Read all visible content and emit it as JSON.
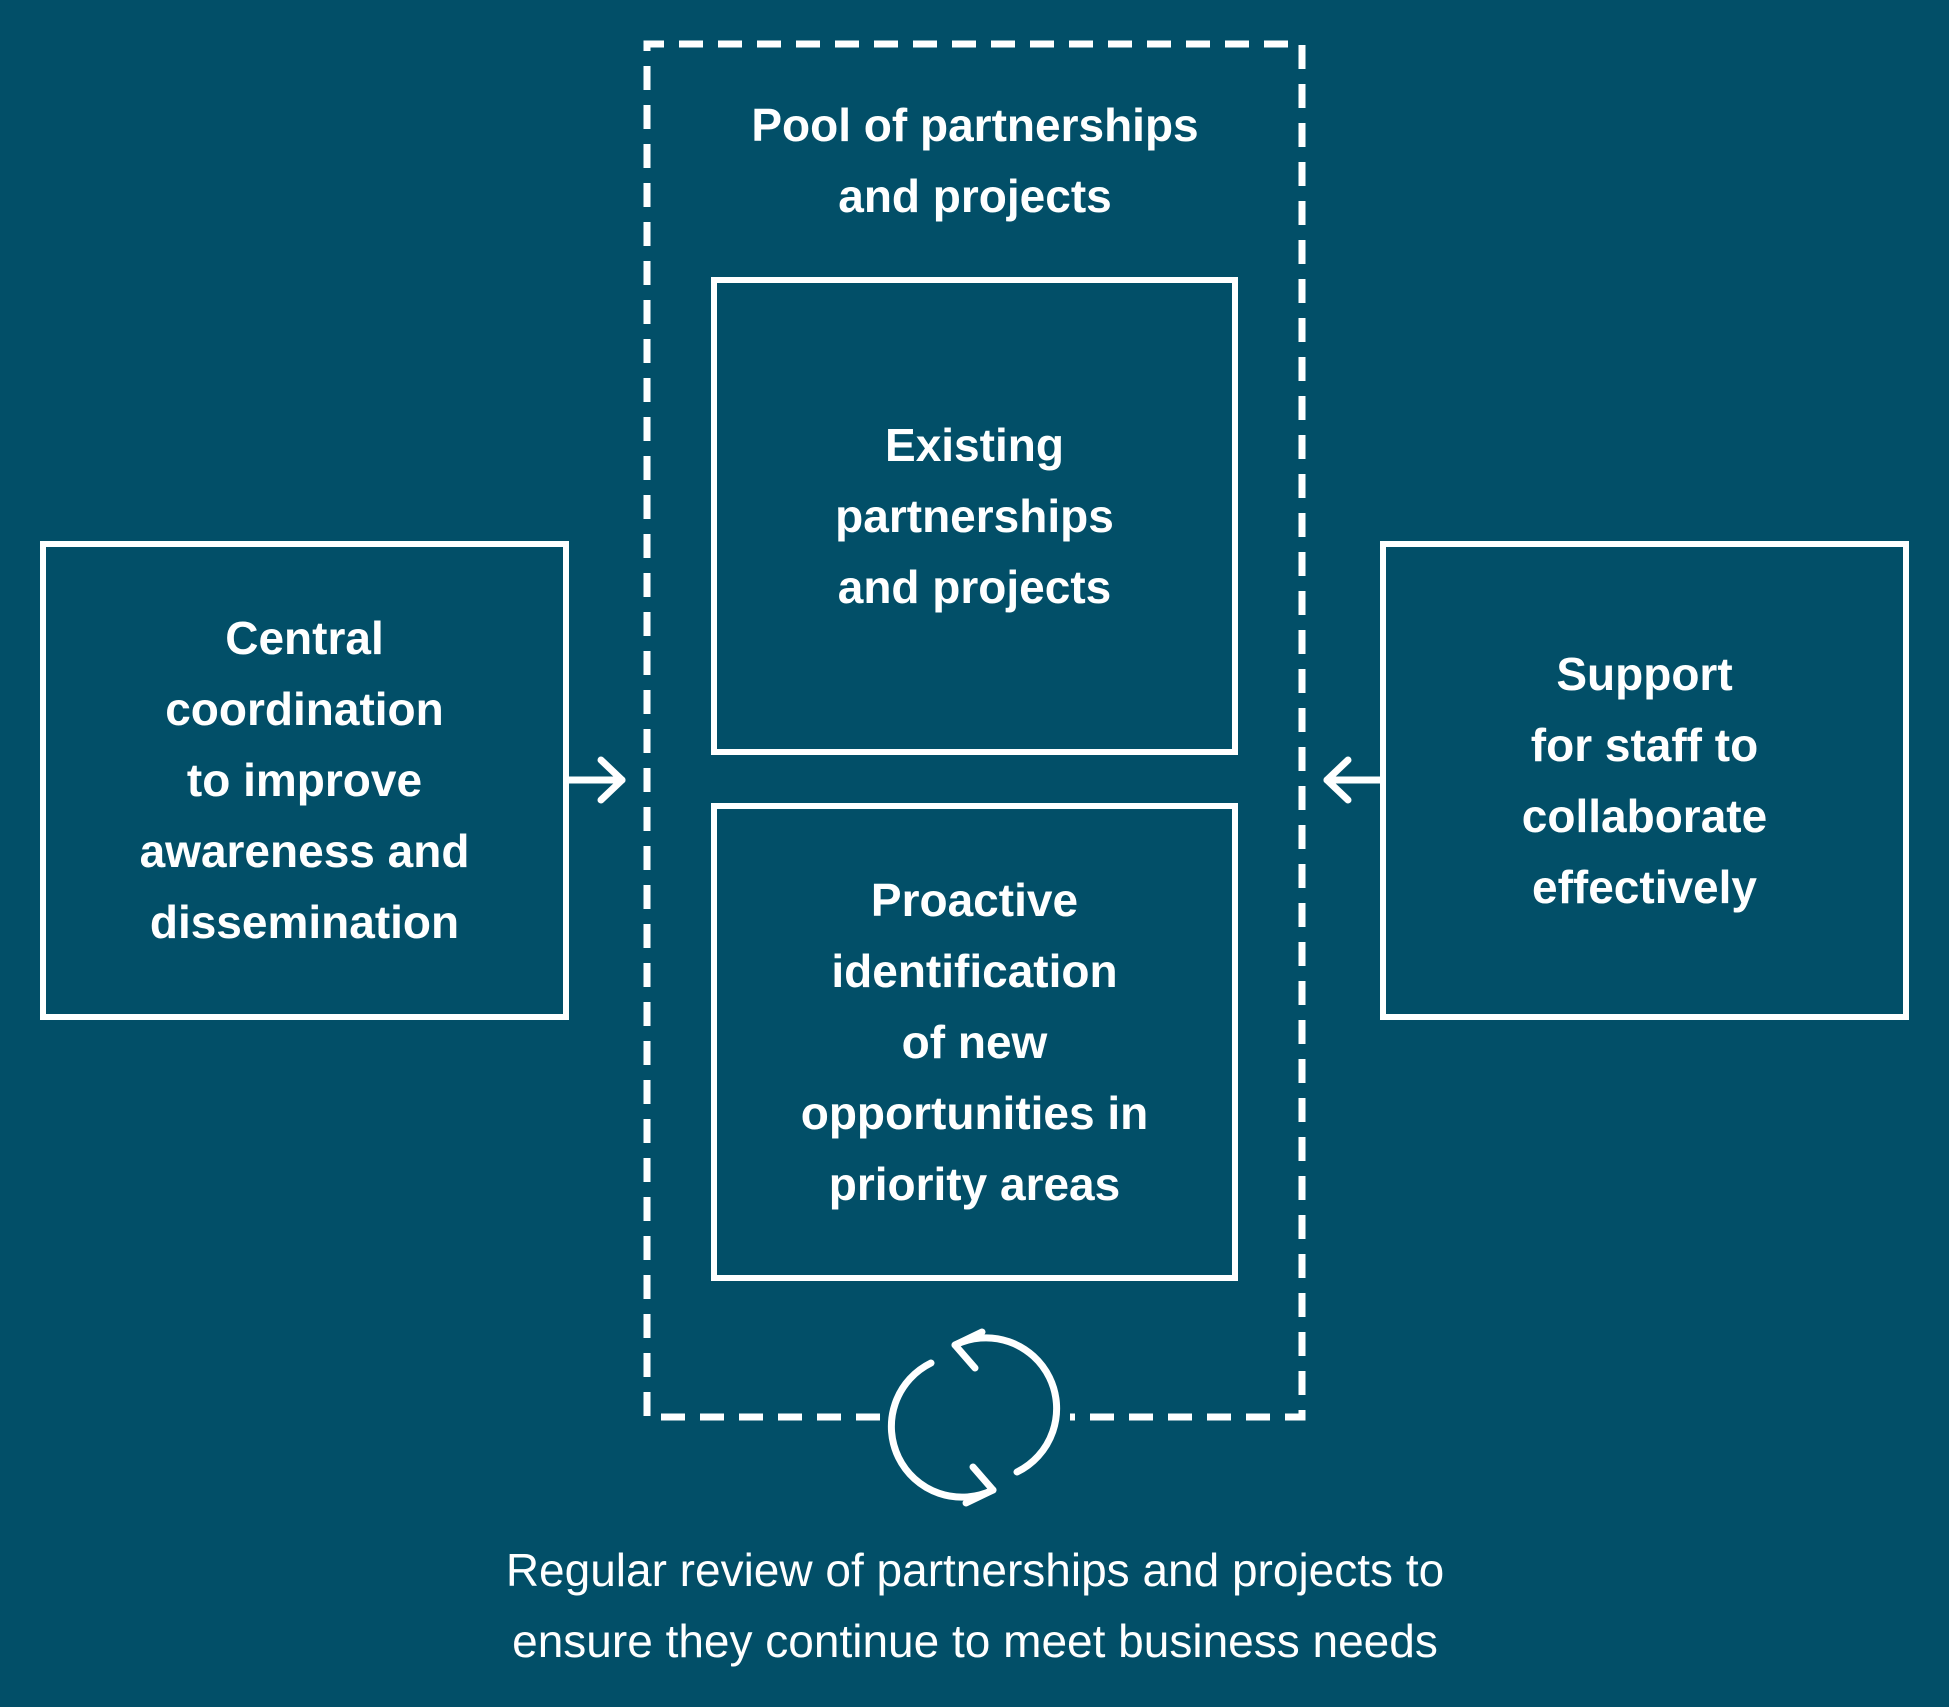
{
  "background_color": "#024f68",
  "line_color": "#ffffff",
  "pool": {
    "title": "Pool of partnerships\nand projects",
    "inner_boxes": [
      {
        "label": "Existing\npartnerships\nand projects"
      },
      {
        "label": "Proactive\nidentification\nof new\nopportunities in\npriority areas"
      }
    ]
  },
  "left_box": {
    "label": "Central\ncoordination\nto improve\nawareness and\ndissemination"
  },
  "right_box": {
    "label": "Support\nfor staff to\ncollaborate\neffectively"
  },
  "review": {
    "icon": "refresh-cycle-icon",
    "caption": "Regular review of partnerships and projects to\nensure they continue to meet business needs"
  }
}
